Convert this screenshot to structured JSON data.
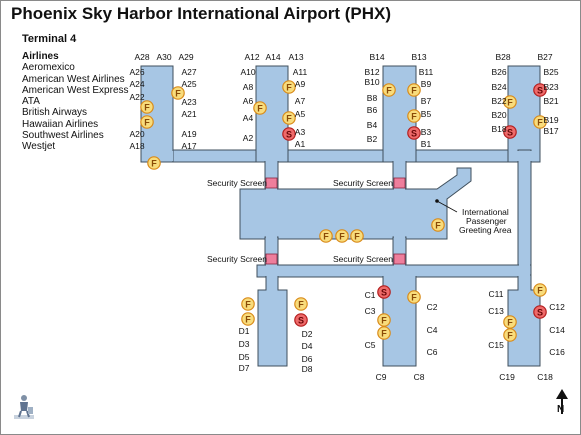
{
  "title": "Phoenix Sky Harbor International Airport (PHX)",
  "terminal": "Terminal 4",
  "airlines": {
    "header": "Airlines",
    "items": [
      "Aeromexico",
      "American West Airlines",
      "American West Express",
      "ATA",
      "British Airways",
      "Hawaiian Airlines",
      "Southwest Airlines",
      "Westjet"
    ]
  },
  "labels": {
    "security_1": "Security Screen",
    "security_2": "Security Screen",
    "security_3": "Security Screen",
    "security_4": "Security Screen",
    "greeting_1": "International",
    "greeting_2": "Passenger",
    "greeting_3": "Greeting Area",
    "north": "N"
  },
  "markers": {
    "food": "F",
    "shop": "S"
  },
  "gates": [
    {
      "id": "A28"
    },
    {
      "id": "A30"
    },
    {
      "id": "A29"
    },
    {
      "id": "A26"
    },
    {
      "id": "A24"
    },
    {
      "id": "A22"
    },
    {
      "id": "A20"
    },
    {
      "id": "A18"
    },
    {
      "id": "A27"
    },
    {
      "id": "A25"
    },
    {
      "id": "A23"
    },
    {
      "id": "A21"
    },
    {
      "id": "A19"
    },
    {
      "id": "A17"
    },
    {
      "id": "A12"
    },
    {
      "id": "A14"
    },
    {
      "id": "A13"
    },
    {
      "id": "A10"
    },
    {
      "id": "A8"
    },
    {
      "id": "A6"
    },
    {
      "id": "A4"
    },
    {
      "id": "A2"
    },
    {
      "id": "A11"
    },
    {
      "id": "A9"
    },
    {
      "id": "A7"
    },
    {
      "id": "A5"
    },
    {
      "id": "A3"
    },
    {
      "id": "A1"
    },
    {
      "id": "B14"
    },
    {
      "id": "B13"
    },
    {
      "id": "B12"
    },
    {
      "id": "B10"
    },
    {
      "id": "B8"
    },
    {
      "id": "B6"
    },
    {
      "id": "B4"
    },
    {
      "id": "B2"
    },
    {
      "id": "B11"
    },
    {
      "id": "B9"
    },
    {
      "id": "B7"
    },
    {
      "id": "B5"
    },
    {
      "id": "B3"
    },
    {
      "id": "B1"
    },
    {
      "id": "B28"
    },
    {
      "id": "B27"
    },
    {
      "id": "B26"
    },
    {
      "id": "B24"
    },
    {
      "id": "B22"
    },
    {
      "id": "B20"
    },
    {
      "id": "B18"
    },
    {
      "id": "B25"
    },
    {
      "id": "B23"
    },
    {
      "id": "B21"
    },
    {
      "id": "B19"
    },
    {
      "id": "B17"
    },
    {
      "id": "D1"
    },
    {
      "id": "D3"
    },
    {
      "id": "D5"
    },
    {
      "id": "D7"
    },
    {
      "id": "D2"
    },
    {
      "id": "D4"
    },
    {
      "id": "D6"
    },
    {
      "id": "D8"
    },
    {
      "id": "C1"
    },
    {
      "id": "C3"
    },
    {
      "id": "C5"
    },
    {
      "id": "C9"
    },
    {
      "id": "C2"
    },
    {
      "id": "C4"
    },
    {
      "id": "C6"
    },
    {
      "id": "C8"
    },
    {
      "id": "C11"
    },
    {
      "id": "C13"
    },
    {
      "id": "C15"
    },
    {
      "id": "C19"
    },
    {
      "id": "C12"
    },
    {
      "id": "C14"
    },
    {
      "id": "C16"
    },
    {
      "id": "C18"
    }
  ],
  "colors": {
    "concourse_fill": "#a7c6e4",
    "concourse_stroke": "#3f4f5c",
    "food_fill": "#f8dc7c",
    "food_stroke": "#d98b1a",
    "shop_fill": "#ee6a6a",
    "shop_stroke": "#b41e1e",
    "security_fill": "#ee7e9c",
    "security_stroke": "#8a2740"
  }
}
